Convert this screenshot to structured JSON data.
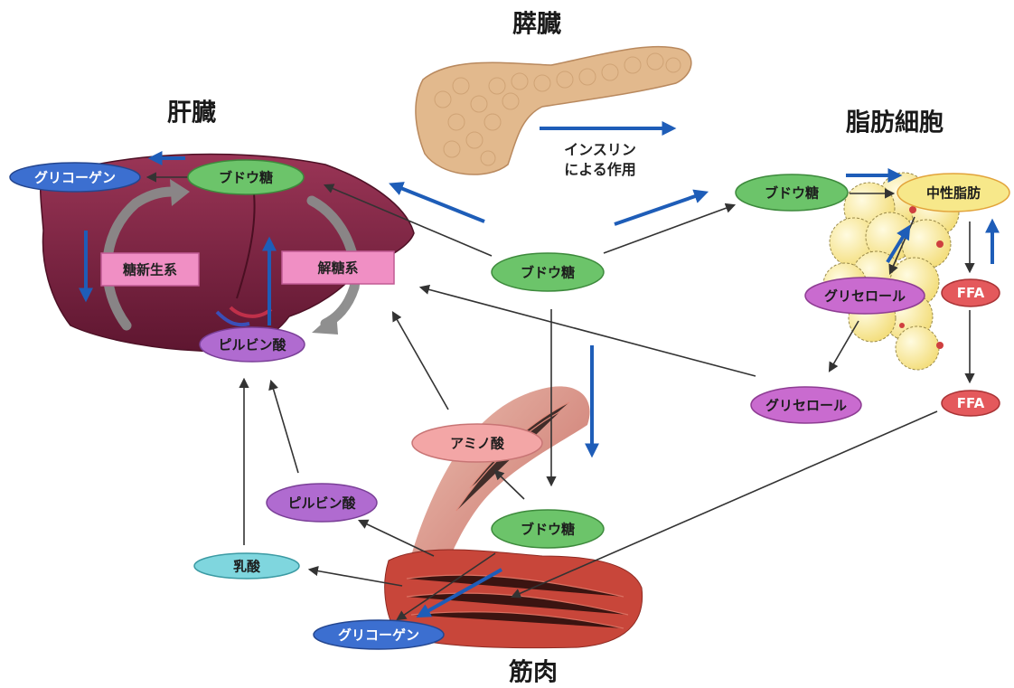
{
  "titles": {
    "pancreas": "膵臓",
    "liver": "肝臓",
    "adipocyte": "脂肪細胞",
    "muscle": "筋肉"
  },
  "insulin_caption": [
    "インスリン",
    "による作用"
  ],
  "nodes": {
    "liver_glycogen": "グリコーゲン",
    "liver_glucose": "ブドウ糖",
    "gluconeogenesis": "糖新生系",
    "glycolysis": "解糖系",
    "liver_pyruvate": "ピルビン酸",
    "blood_glucose": "ブドウ糖",
    "fat_glucose": "ブドウ糖",
    "triglyceride": "中性脂肪",
    "fat_glycerol": "グリセロール",
    "fat_ffa": "FFA",
    "blood_glycerol": "グリセロール",
    "blood_ffa": "FFA",
    "amino_acid": "アミノ酸",
    "muscle_glucose": "ブドウ糖",
    "muscle_pyruvate": "ピルビン酸",
    "lactate": "乳酸",
    "muscle_glycogen": "グリコーゲン"
  },
  "colors": {
    "glucose_node": "#6cc46a",
    "glycogen_node": "#3c6fd0",
    "pyruvate_node": "#b06bd0",
    "glycerol_node": "#c96bcf",
    "ffa_node": "#e4595c",
    "triglyceride_node": "#f7e88a",
    "pathway_box": "#f08fc4",
    "amino_acid_node": "#f3a6a6",
    "lactate_node": "#7fd6de",
    "insulin_arrow": "#1e5db8",
    "flow_arrow": "#333333",
    "cycle_arrow": "#8a8a8a",
    "liver": "#7e2442",
    "pancreas": "#e2b98d",
    "adipocyte": "#fbeea8",
    "muscle": "#c8463a"
  }
}
